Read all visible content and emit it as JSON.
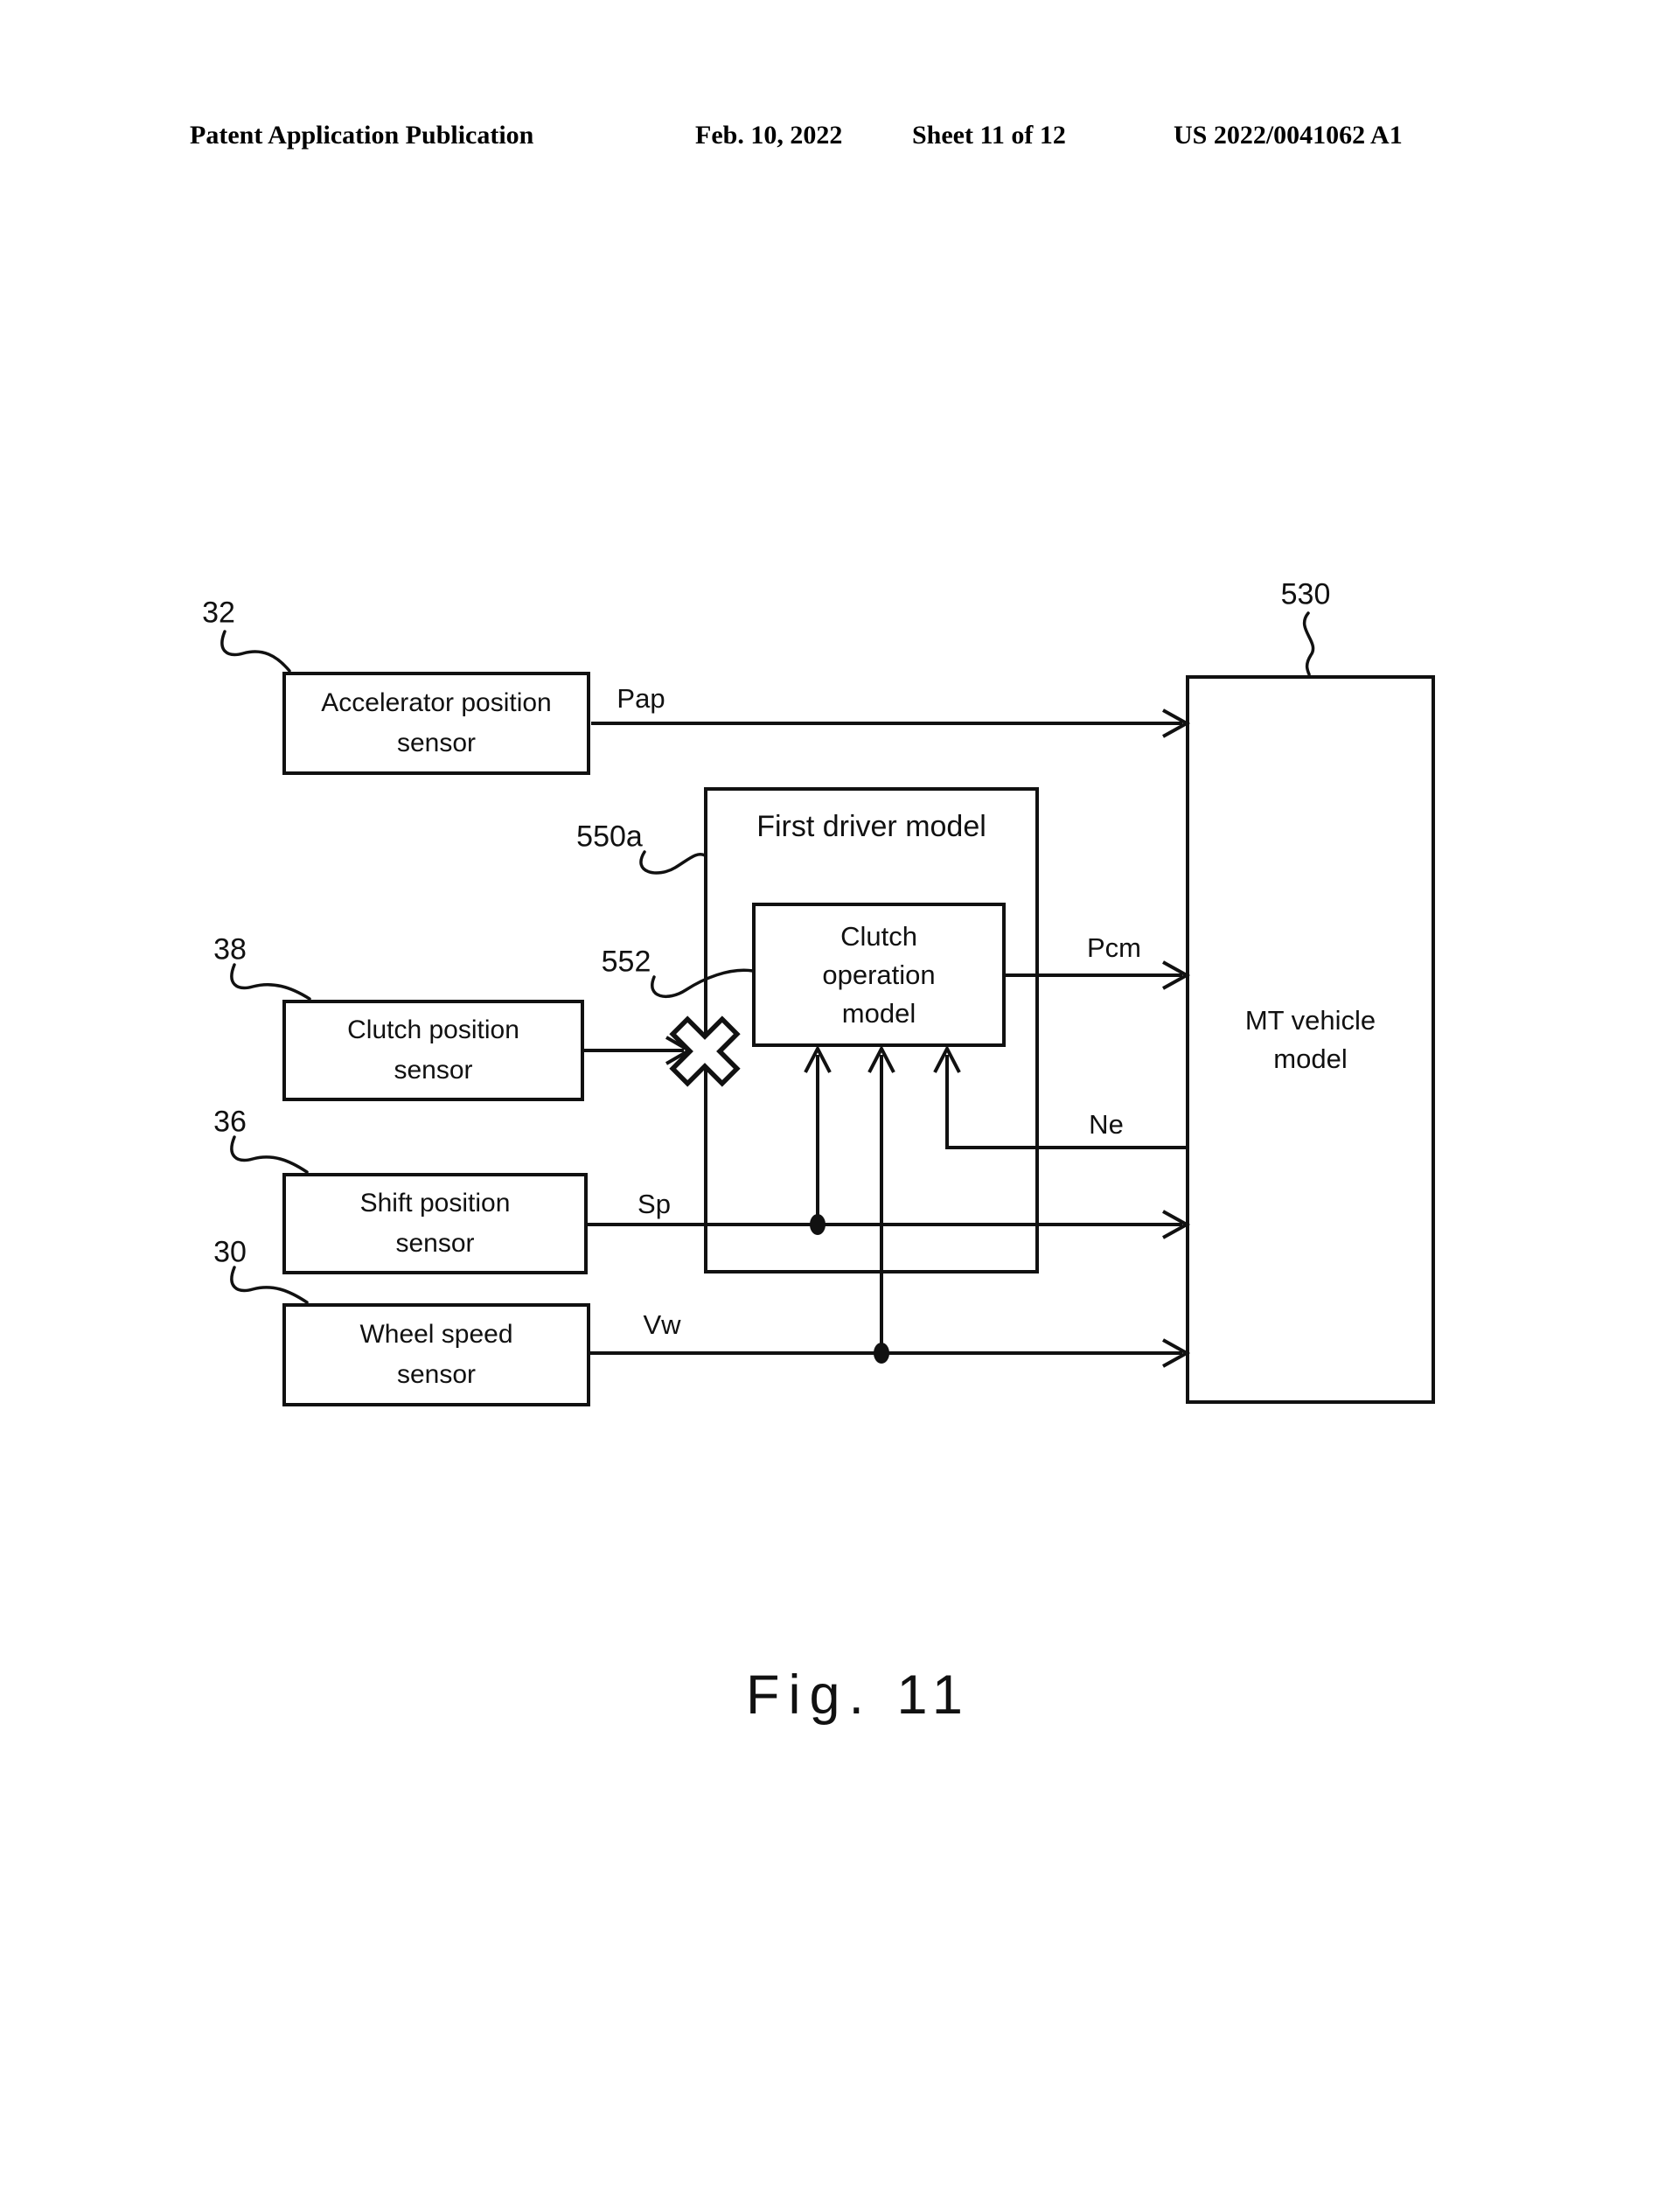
{
  "header": {
    "publication": "Patent Application Publication",
    "date": "Feb. 10, 2022",
    "sheet": "Sheet 11 of 12",
    "patent_number": "US 2022/0041062 A1"
  },
  "figure": {
    "caption": "Fig. 11"
  },
  "diagram": {
    "blocks": {
      "accelerator_sensor": {
        "ref": "32",
        "line1": "Accelerator position",
        "line2": "sensor"
      },
      "clutch_sensor": {
        "ref": "38",
        "line1": "Clutch position",
        "line2": "sensor"
      },
      "shift_sensor": {
        "ref": "36",
        "line1": "Shift position",
        "line2": "sensor"
      },
      "wheel_sensor": {
        "ref": "30",
        "line1": "Wheel speed",
        "line2": "sensor"
      },
      "first_driver_model": {
        "ref": "550a",
        "label": "First driver model"
      },
      "clutch_operation_model": {
        "ref": "552",
        "line1": "Clutch",
        "line2": "operation",
        "line3": "model"
      },
      "mt_vehicle_model": {
        "ref": "530",
        "line1": "MT vehicle",
        "line2": "model"
      }
    },
    "signals": {
      "pap": "Pap",
      "pcm": "Pcm",
      "ne": "Ne",
      "sp": "Sp",
      "vw": "Vw"
    },
    "icons": {
      "blocked_connection": "x-cross-blocked-signal"
    },
    "colors": {
      "ink": "#111111",
      "paper": "#ffffff"
    }
  }
}
